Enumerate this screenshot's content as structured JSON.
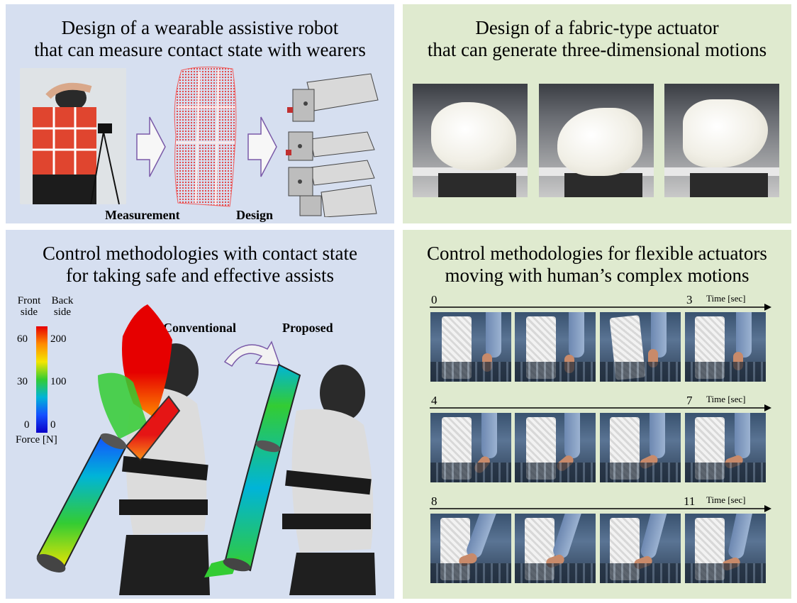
{
  "panel1": {
    "title_line1": "Design of a wearable assistive robot",
    "title_line2": "that can measure contact state with wearers",
    "label_measurement": "Measurement",
    "label_design": "Design"
  },
  "panel2": {
    "title_line1": "Design of a fabric-type actuator",
    "title_line2": "that can generate three-dimensional motions"
  },
  "panel3": {
    "title_line1": "Control methodologies with contact state",
    "title_line2": "for taking safe and effective assists",
    "colorbar": {
      "front_label_1": "Front",
      "front_label_2": "side",
      "back_label_1": "Back",
      "back_label_2": "side",
      "front_ticks": [
        "60",
        "30",
        "0"
      ],
      "back_ticks": [
        "200",
        "100",
        "0"
      ],
      "unit_label": "Force [N]",
      "colors": [
        "#e60000",
        "#ff8c00",
        "#f4e600",
        "#33cc33",
        "#00b4d8",
        "#1450ff",
        "#0a00c8"
      ]
    },
    "label_conventional": "Conventional",
    "label_proposed": "Proposed"
  },
  "panel4": {
    "title_line1": "Control methodologies for flexible actuators",
    "title_line2": "moving with human’s complex motions",
    "rows": [
      {
        "start": "0",
        "end": "3",
        "unit": "Time [sec]"
      },
      {
        "start": "4",
        "end": "7",
        "unit": "Time [sec]"
      },
      {
        "start": "8",
        "end": "11",
        "unit": "Time [sec]"
      }
    ]
  }
}
